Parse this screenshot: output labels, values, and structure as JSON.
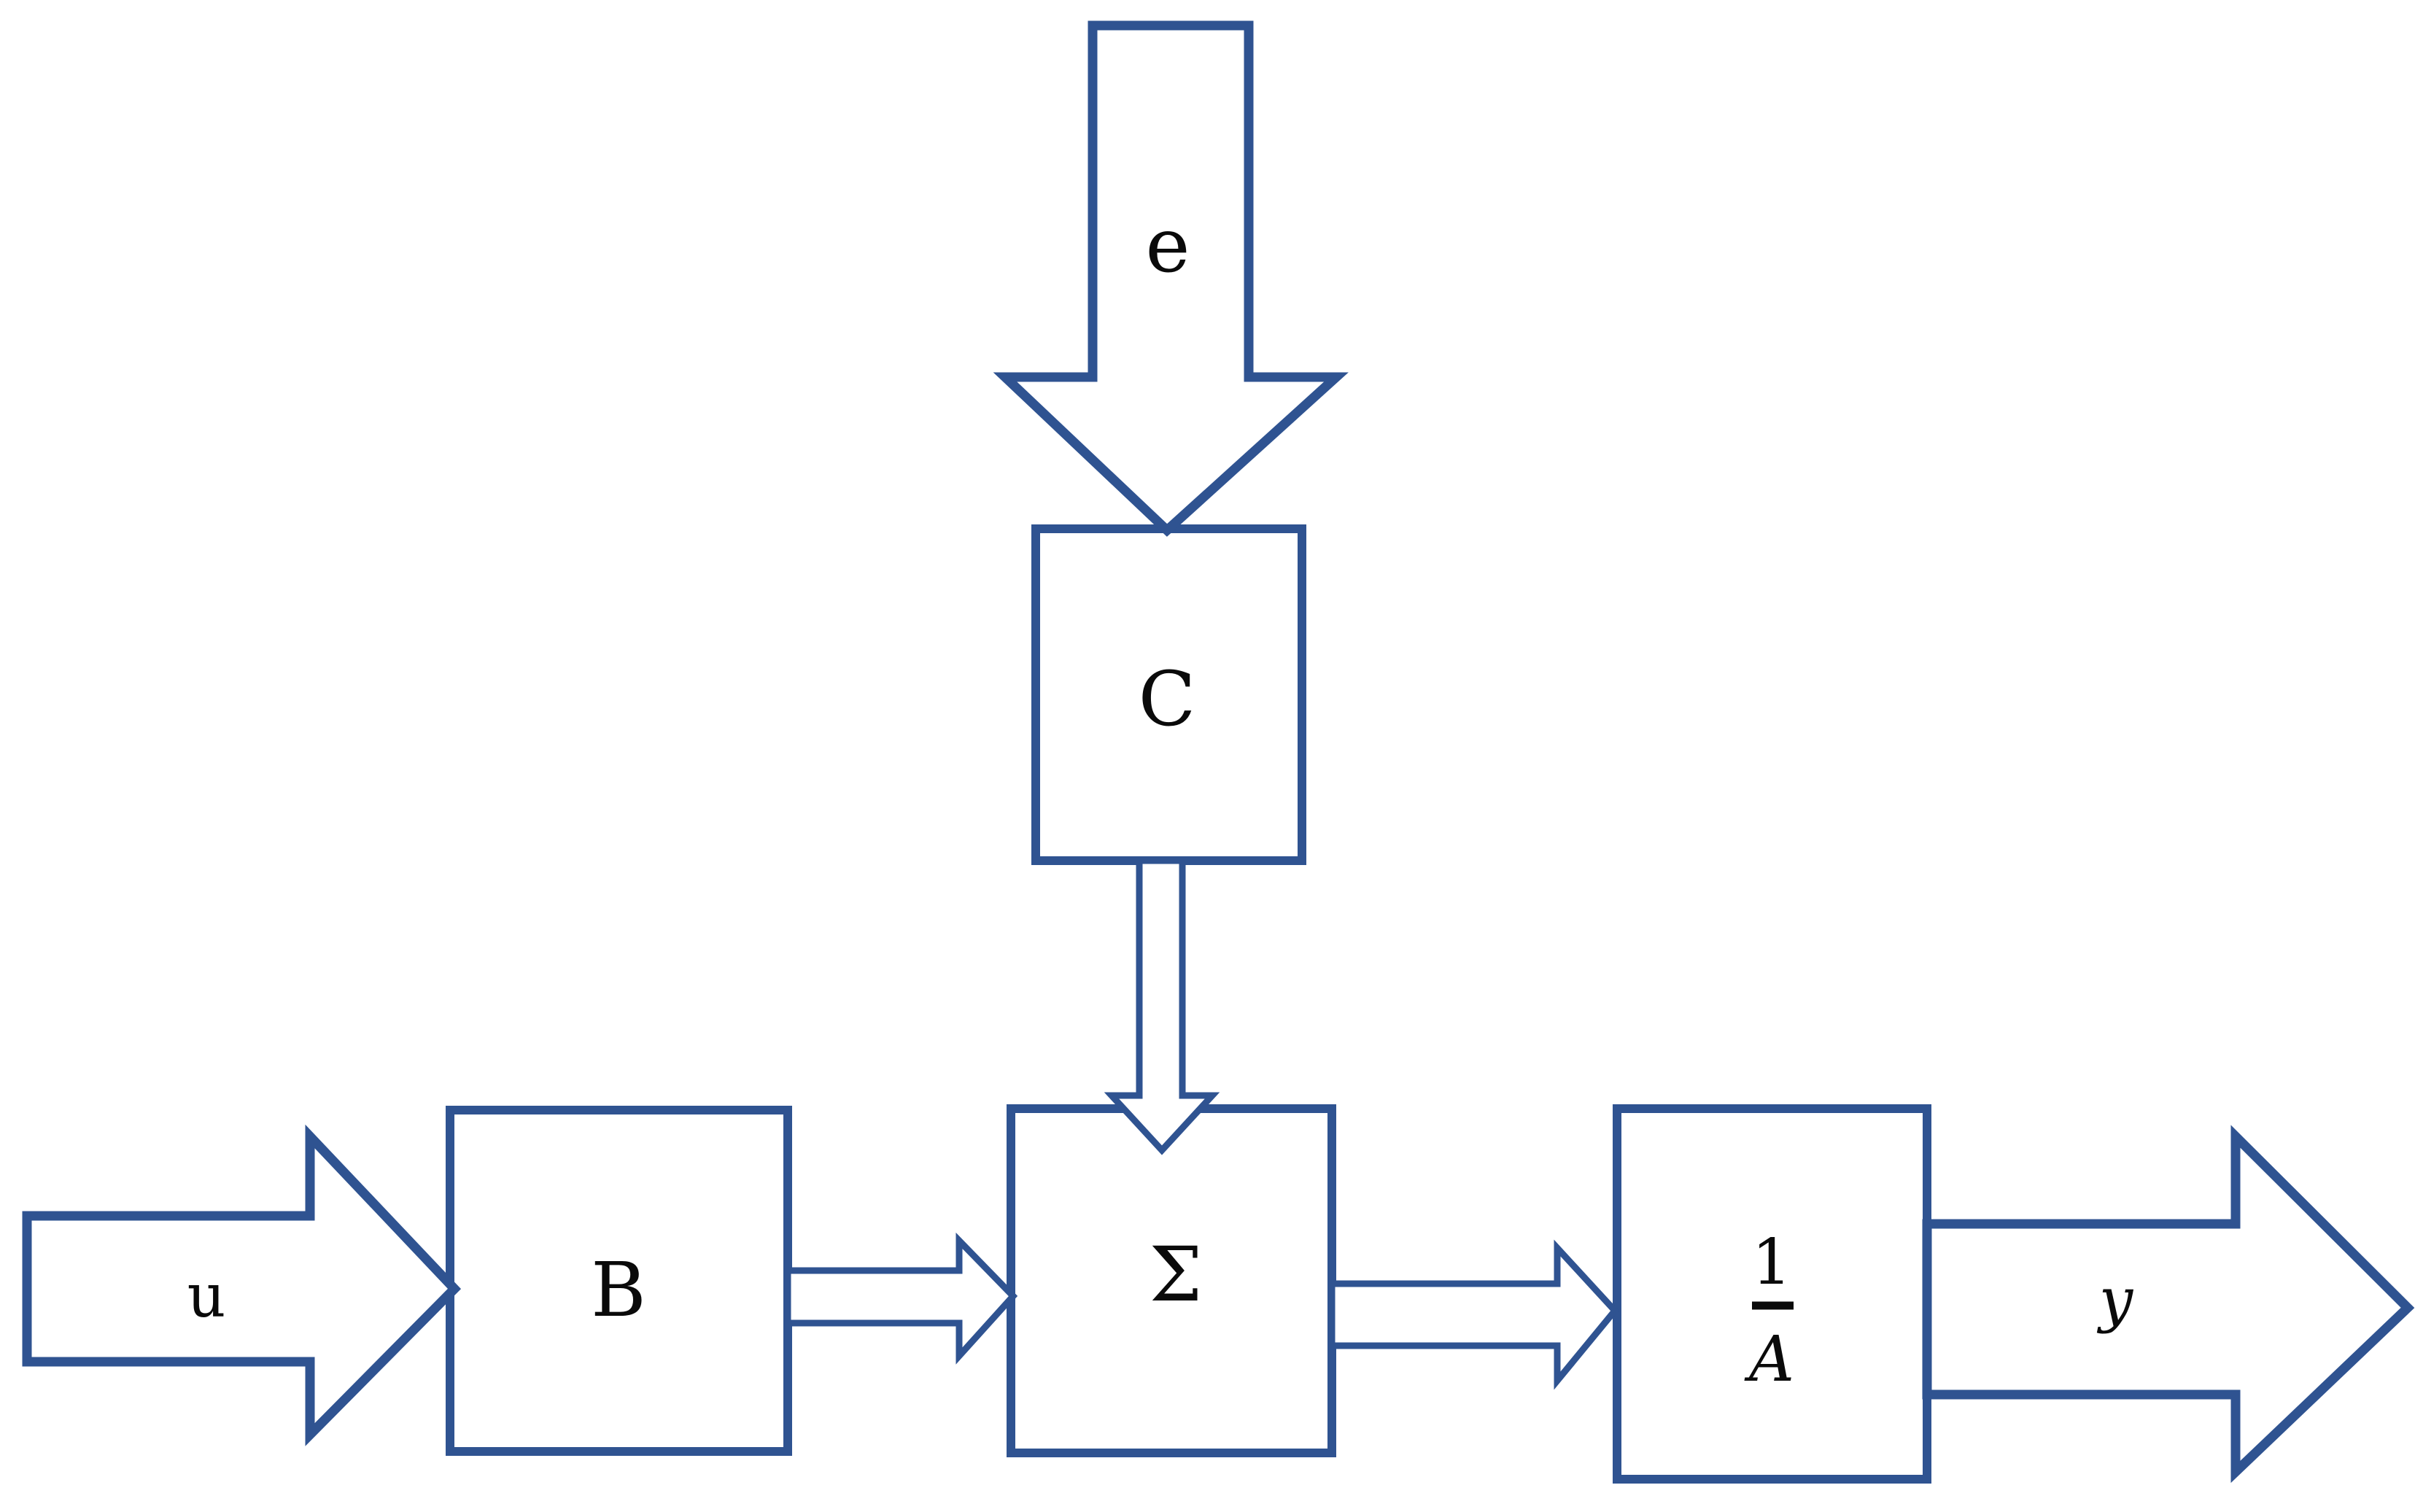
{
  "diagram": {
    "type": "block-diagram",
    "description": "Feedback/system block diagram: disturbance e enters controller C, which feeds summation Σ; input u enters gain B, B feeds Σ, Σ feeds 1/A, output y leaves",
    "colors": {
      "outline": "#2f5391",
      "text": "#0a0a0a",
      "background": "#ffffff"
    },
    "labels": {
      "disturbance": "e",
      "controller": "C",
      "input": "u",
      "gain_b": "B",
      "summation": "Σ",
      "inverse_numerator": "1",
      "inverse_denominator": "A",
      "output": "y"
    },
    "blocks": [
      {
        "id": "C",
        "label": "C"
      },
      {
        "id": "B",
        "label": "B"
      },
      {
        "id": "sum",
        "label": "Σ"
      },
      {
        "id": "invA",
        "label": "1/A"
      }
    ],
    "flows": [
      {
        "from": "e",
        "to": "C",
        "label": "e",
        "style": "large-hollow-arrow-down"
      },
      {
        "from": "C",
        "to": "sum",
        "label": "",
        "style": "thin-hollow-arrow-down"
      },
      {
        "from": "u",
        "to": "B",
        "label": "u",
        "style": "large-hollow-arrow-right"
      },
      {
        "from": "B",
        "to": "sum",
        "label": "",
        "style": "thin-hollow-arrow-right"
      },
      {
        "from": "sum",
        "to": "invA",
        "label": "",
        "style": "thin-hollow-arrow-right"
      },
      {
        "from": "invA",
        "to": "y",
        "label": "y",
        "style": "large-hollow-arrow-right"
      }
    ]
  }
}
